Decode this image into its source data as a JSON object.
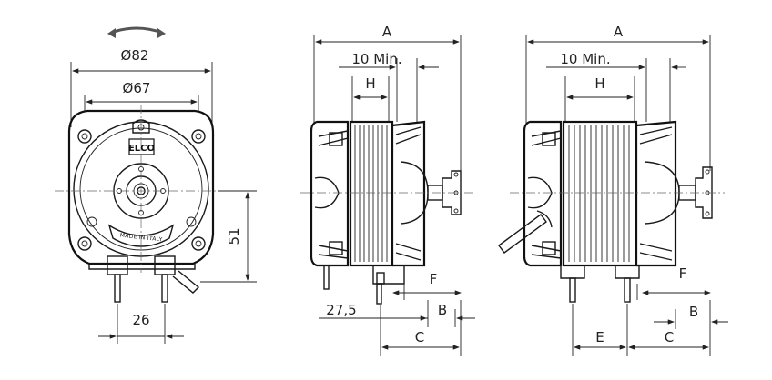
{
  "front_view": {
    "dim_outer_diameter": "Ø82",
    "dim_inner_diameter": "Ø67",
    "dim_height": "51",
    "dim_terminal_spacing": "26",
    "logo_text": "ELCO",
    "plate_text": "MADE IN ITALY"
  },
  "side_view_1": {
    "dim_a": "A",
    "dim_min": "10 Min.",
    "dim_h": "H",
    "dim_f": "F",
    "dim_b": "B",
    "dim_c": "C",
    "dim_275": "27,5"
  },
  "side_view_2": {
    "dim_a": "A",
    "dim_min": "10 Min.",
    "dim_h": "H",
    "dim_f": "F",
    "dim_b": "B",
    "dim_c": "C",
    "dim_e": "E"
  },
  "colors": {
    "line": "#111111",
    "background": "#ffffff",
    "arrow_accent": "#555555"
  }
}
